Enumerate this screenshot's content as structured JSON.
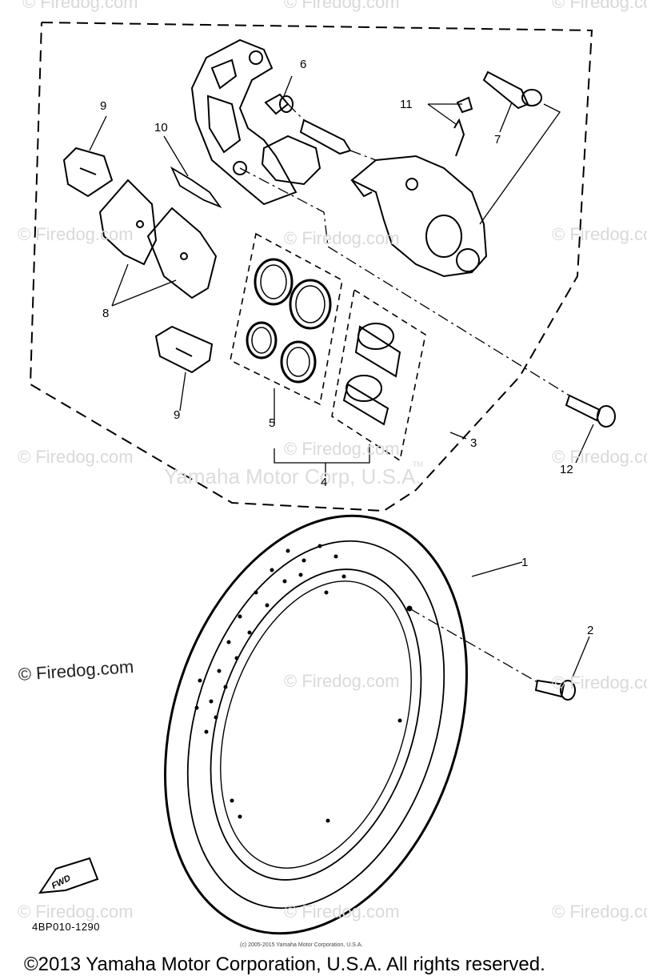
{
  "watermark": {
    "small": "© Firedog.com",
    "big": "Yamaha Motor Corp, U.S.A.",
    "trademark": "TM",
    "dark": "© Firedog.com"
  },
  "callouts": {
    "n1": "1",
    "n2": "2",
    "n3": "3",
    "n4": "4",
    "n5": "5",
    "n6": "6",
    "n7": "7",
    "n8": "8",
    "n9a": "9",
    "n9b": "9",
    "n10": "10",
    "n11": "11",
    "n12": "12"
  },
  "fwd_label": "FWD",
  "diagram_code": "4BP010-1290",
  "tiny_credit": "(c) 2005-2015 Yamaha Motor Corporation, U.S.A.",
  "copyright": "©2013 Yamaha Motor Corporation, U.S.A. All rights reserved."
}
